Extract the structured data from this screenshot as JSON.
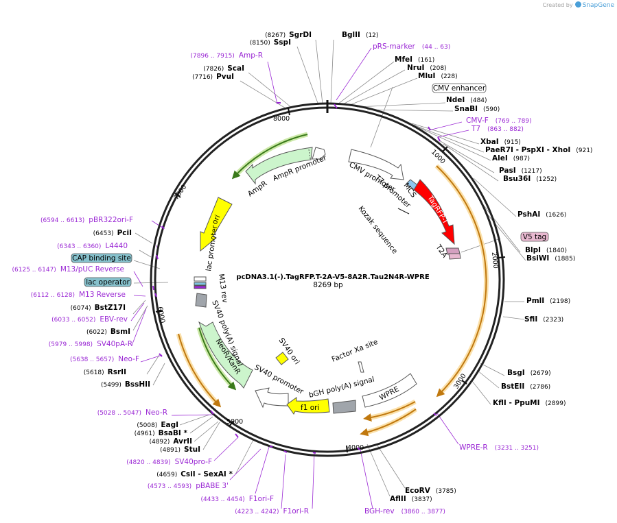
{
  "branding": {
    "created_by": "Created by",
    "app": "SnapGene"
  },
  "plasmid": {
    "name": "pcDNA3.1(-).TagRFP.T-2A-V5-8A2R.Tau2N4R-WPRE",
    "length": "8269 bp"
  },
  "ticks": [
    "1000",
    "2000",
    "3000",
    "4000",
    "5000",
    "6000",
    "7000",
    "8000"
  ],
  "sites": [
    {
      "name": "SgrDI",
      "pos": "(8267)",
      "side": "left"
    },
    {
      "name": "BglII",
      "pos": "(12)",
      "side": "right"
    },
    {
      "name": "SspI",
      "pos": "(8150)",
      "side": "left"
    },
    {
      "name": "ScaI",
      "pos": "(7826)",
      "side": "left"
    },
    {
      "name": "PvuI",
      "pos": "(7716)",
      "side": "left"
    },
    {
      "name": "MfeI",
      "pos": "(161)",
      "side": "right"
    },
    {
      "name": "NruI",
      "pos": "(208)",
      "side": "right"
    },
    {
      "name": "MluI",
      "pos": "(228)",
      "side": "right"
    },
    {
      "name": "NdeI",
      "pos": "(484)",
      "side": "right"
    },
    {
      "name": "SnaBI",
      "pos": "(590)",
      "side": "right"
    },
    {
      "name": "XbaI",
      "pos": "(915)",
      "side": "right"
    },
    {
      "name": "PaeR7I  - PspXI  - XhoI",
      "pos": "(921)",
      "side": "right"
    },
    {
      "name": "AleI",
      "pos": "(987)",
      "side": "right"
    },
    {
      "name": "PasI",
      "pos": "(1217)",
      "side": "right"
    },
    {
      "name": "Bsu36I",
      "pos": "(1252)",
      "side": "right"
    },
    {
      "name": "PshAI",
      "pos": "(1626)",
      "side": "right"
    },
    {
      "name": "BlpI",
      "pos": "(1840)",
      "side": "right"
    },
    {
      "name": "BsiWI",
      "pos": "(1885)",
      "side": "right"
    },
    {
      "name": "PmlI",
      "pos": "(2198)",
      "side": "right"
    },
    {
      "name": "SfiI",
      "pos": "(2323)",
      "side": "right"
    },
    {
      "name": "BsgI",
      "pos": "(2679)",
      "side": "right"
    },
    {
      "name": "BstEII",
      "pos": "(2786)",
      "side": "right"
    },
    {
      "name": "KflI  - PpuMI",
      "pos": "(2899)",
      "side": "right"
    },
    {
      "name": "EcoRV",
      "pos": "(3785)",
      "side": "right"
    },
    {
      "name": "AflII",
      "pos": "(3837)",
      "side": "right"
    },
    {
      "name": "PciI",
      "pos": "(6453)",
      "side": "left"
    },
    {
      "name": "BstZ17I",
      "pos": "(6074)",
      "side": "left"
    },
    {
      "name": "BsmI",
      "pos": "(6022)",
      "side": "left"
    },
    {
      "name": "RsrII",
      "pos": "(5618)",
      "side": "left"
    },
    {
      "name": "BssHII",
      "pos": "(5499)",
      "side": "left"
    },
    {
      "name": "EagI",
      "pos": "(5008)",
      "side": "left"
    },
    {
      "name": "BsaBI *",
      "pos": "(4961)",
      "side": "left"
    },
    {
      "name": "AvrII",
      "pos": "(4892)",
      "side": "left"
    },
    {
      "name": "StuI",
      "pos": "(4891)",
      "side": "left"
    },
    {
      "name": "CsiI  - SexAI *",
      "pos": "(4659)",
      "side": "left"
    }
  ],
  "primers": [
    {
      "name": "Amp-R",
      "range": "(7896 .. 7915)",
      "side": "left"
    },
    {
      "name": "pRS-marker",
      "range": "(44 .. 63)",
      "side": "right"
    },
    {
      "name": "CMV-F",
      "range": "(769 .. 789)",
      "side": "right"
    },
    {
      "name": "T7",
      "range": "(863 .. 882)",
      "side": "right"
    },
    {
      "name": "pBR322ori-F",
      "range": "(6594 .. 6613)",
      "side": "left"
    },
    {
      "name": "L4440",
      "range": "(6343 .. 6360)",
      "side": "left"
    },
    {
      "name": "M13/pUC Reverse",
      "range": "(6125 .. 6147)",
      "side": "left"
    },
    {
      "name": "M13 Reverse",
      "range": "(6112 .. 6128)",
      "side": "left"
    },
    {
      "name": "EBV-rev",
      "range": "(6033 .. 6052)",
      "side": "left"
    },
    {
      "name": "SV40pA-R",
      "range": "(5979 .. 5998)",
      "side": "left"
    },
    {
      "name": "Neo-F",
      "range": "(5638 .. 5657)",
      "side": "left"
    },
    {
      "name": "Neo-R",
      "range": "(5028 .. 5047)",
      "side": "left"
    },
    {
      "name": "SV40pro-F",
      "range": "(4820 .. 4839)",
      "side": "left"
    },
    {
      "name": "pBABE 3'",
      "range": "(4573 .. 4593)",
      "side": "left"
    },
    {
      "name": "F1ori-F",
      "range": "(4433 .. 4454)",
      "side": "left"
    },
    {
      "name": "F1ori-R",
      "range": "(4223 .. 4242)",
      "side": "left"
    },
    {
      "name": "BGH-rev",
      "range": "(3860 .. 3877)",
      "side": "right"
    },
    {
      "name": "WPRE-R",
      "range": "(3231 .. 3251)",
      "side": "right"
    }
  ],
  "boxed_features": {
    "cmv_enhancer": "CMV enhancer",
    "v5_tag": "V5 tag",
    "cap_binding_site": "CAP binding site",
    "lac_operator": "lac operator"
  },
  "features": {
    "ampr_promoter": "AmpR promoter",
    "ampr": "AmpR",
    "ori": "ori",
    "cmv_promoter": "CMV promoter",
    "t7_promoter": "T7 promoter",
    "mcs": "MCS",
    "kozak": "Kozak sequence",
    "tagrfp": "TagRFP-T",
    "t2a": "T2A",
    "lac_promoter": "lac promoter",
    "m13_rev": "M13 rev",
    "sv40_polya": "SV40 poly(A) signal",
    "neo_kanr": "NeoR/KanR",
    "sv40_promoter": "SV40 promoter",
    "sv40_ori": "SV40 ori",
    "factor_xa": "Factor Xa site",
    "bgh_polya": "bGH poly(A) signal",
    "f1_ori": "f1 ori",
    "wpre": "WPRE"
  },
  "colors": {
    "backbone": "#222222",
    "primer": "#9a27d4",
    "ampr": "#ccf5cc",
    "ori": "#ffff00",
    "tagrfp": "#ff0000",
    "v5_tag": "#e8b8d0",
    "cap_box": "#86c1cc",
    "orf_arc": "#f5a623",
    "gray_feature": "#a0a5ab",
    "mcs_box": "#8fc7f0"
  }
}
